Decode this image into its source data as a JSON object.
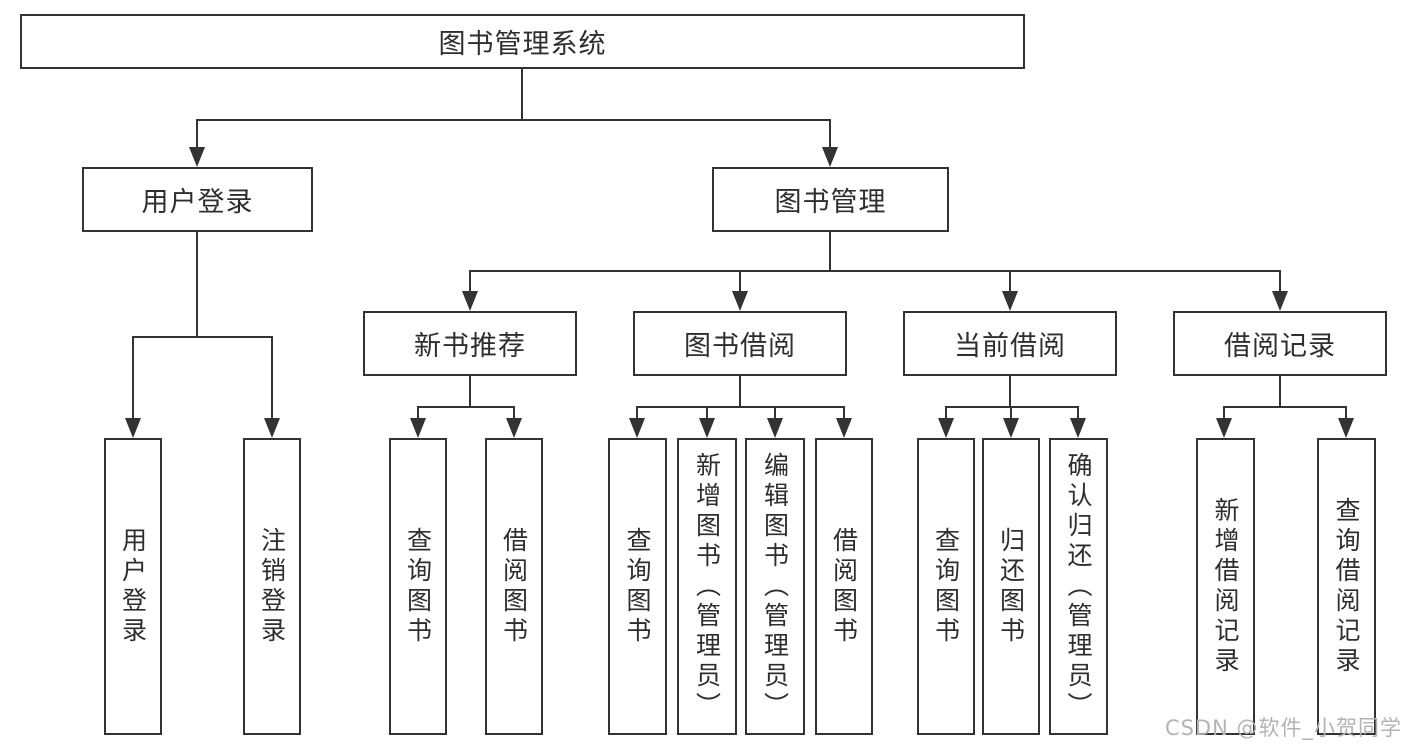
{
  "tree": {
    "root": {
      "label": "图书管理系统",
      "children": [
        {
          "label": "用户登录",
          "children": [
            {
              "label": "用户登录"
            },
            {
              "label": "注销登录"
            }
          ]
        },
        {
          "label": "图书管理",
          "children": [
            {
              "label": "新书推荐",
              "children": [
                {
                  "label": "查询图书"
                },
                {
                  "label": "借阅图书"
                }
              ]
            },
            {
              "label": "图书借阅",
              "children": [
                {
                  "label": "查询图书"
                },
                {
                  "label": "新增图书（管理员）"
                },
                {
                  "label": "编辑图书（管理员）"
                },
                {
                  "label": "借阅图书"
                }
              ]
            },
            {
              "label": "当前借阅",
              "children": [
                {
                  "label": "查询图书"
                },
                {
                  "label": "归还图书"
                },
                {
                  "label": "确认归还（管理员）"
                }
              ]
            },
            {
              "label": "借阅记录",
              "children": [
                {
                  "label": "新增借阅记录"
                },
                {
                  "label": "查询借阅记录"
                }
              ]
            }
          ]
        }
      ]
    }
  },
  "watermark": {
    "text": "CSDN @软件_小贺同学"
  },
  "colors": {
    "line": "#333333",
    "text": "#2e2e2e",
    "background": "#ffffff",
    "watermark": "#b3b3b3"
  }
}
